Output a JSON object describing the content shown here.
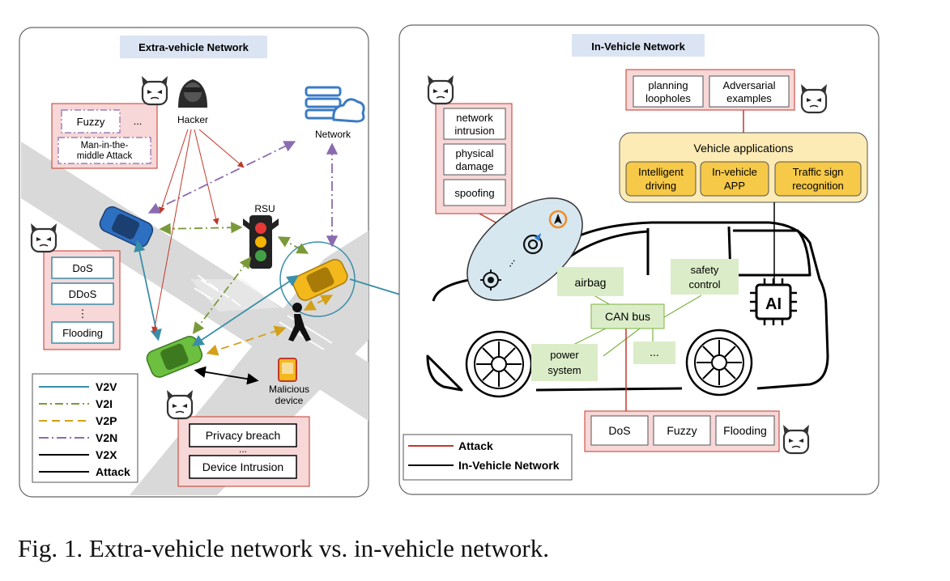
{
  "extra": {
    "title": "Extra-vehicle Network",
    "hacker": "Hacker",
    "network": "Network",
    "rsu": "RSU",
    "malicious": [
      "Malicious",
      "device"
    ],
    "attacks_topleft": {
      "fuzzy": "Fuzzy",
      "ellipsis": "...",
      "mitm": [
        "Man-in-the-",
        "middle Attack"
      ]
    },
    "attacks_left": {
      "dos": "DoS",
      "ddos": "DDoS",
      "vdots": "⋮",
      "flooding": "Flooding"
    },
    "attacks_bottom": {
      "privacy": "Privacy breach",
      "ellipsis": "...",
      "intrusion": "Device Intrusion"
    },
    "legend": [
      {
        "label": "V2V",
        "color": "#3a8ea8",
        "dash": ""
      },
      {
        "label": "V2I",
        "color": "#7a9a3a",
        "dash": "10 4 2 4"
      },
      {
        "label": "V2P",
        "color": "#d4a017",
        "dash": "10 6"
      },
      {
        "label": "V2N",
        "color": "#8a6bb0",
        "dash": "12 4 2 4"
      },
      {
        "label": "V2X",
        "color": "#000000",
        "dash": ""
      },
      {
        "label": "Attack",
        "color": "#000000",
        "dash": ""
      }
    ]
  },
  "inner": {
    "title": "In-Vehicle Network",
    "threats": [
      [
        "network",
        "intrusion"
      ],
      [
        "physical",
        "damage"
      ],
      [
        "spoofing"
      ]
    ],
    "apps_top": [
      [
        "planning",
        "loopholes"
      ],
      [
        "Adversarial",
        "examples"
      ]
    ],
    "apps_title": "Vehicle applications",
    "apps": [
      [
        "Intelligent",
        "driving"
      ],
      [
        "In-vehicle",
        "APP"
      ],
      [
        "Traffic sign",
        "recognition"
      ]
    ],
    "airbag": "airbag",
    "safety": [
      "safety",
      "control"
    ],
    "canbus": "CAN bus",
    "power": [
      "power",
      "system"
    ],
    "ellipsis": "...",
    "ai": "AI",
    "sensor_dots": "...",
    "bottom_attacks": [
      "DoS",
      "Fuzzy",
      "Flooding"
    ],
    "legend": [
      {
        "label": "Attack",
        "color": "#c0392b"
      },
      {
        "label": "In-Vehicle Network",
        "color": "#000000"
      }
    ]
  },
  "caption": "Fig. 1.  Extra-vehicle network vs. in-vehicle network."
}
